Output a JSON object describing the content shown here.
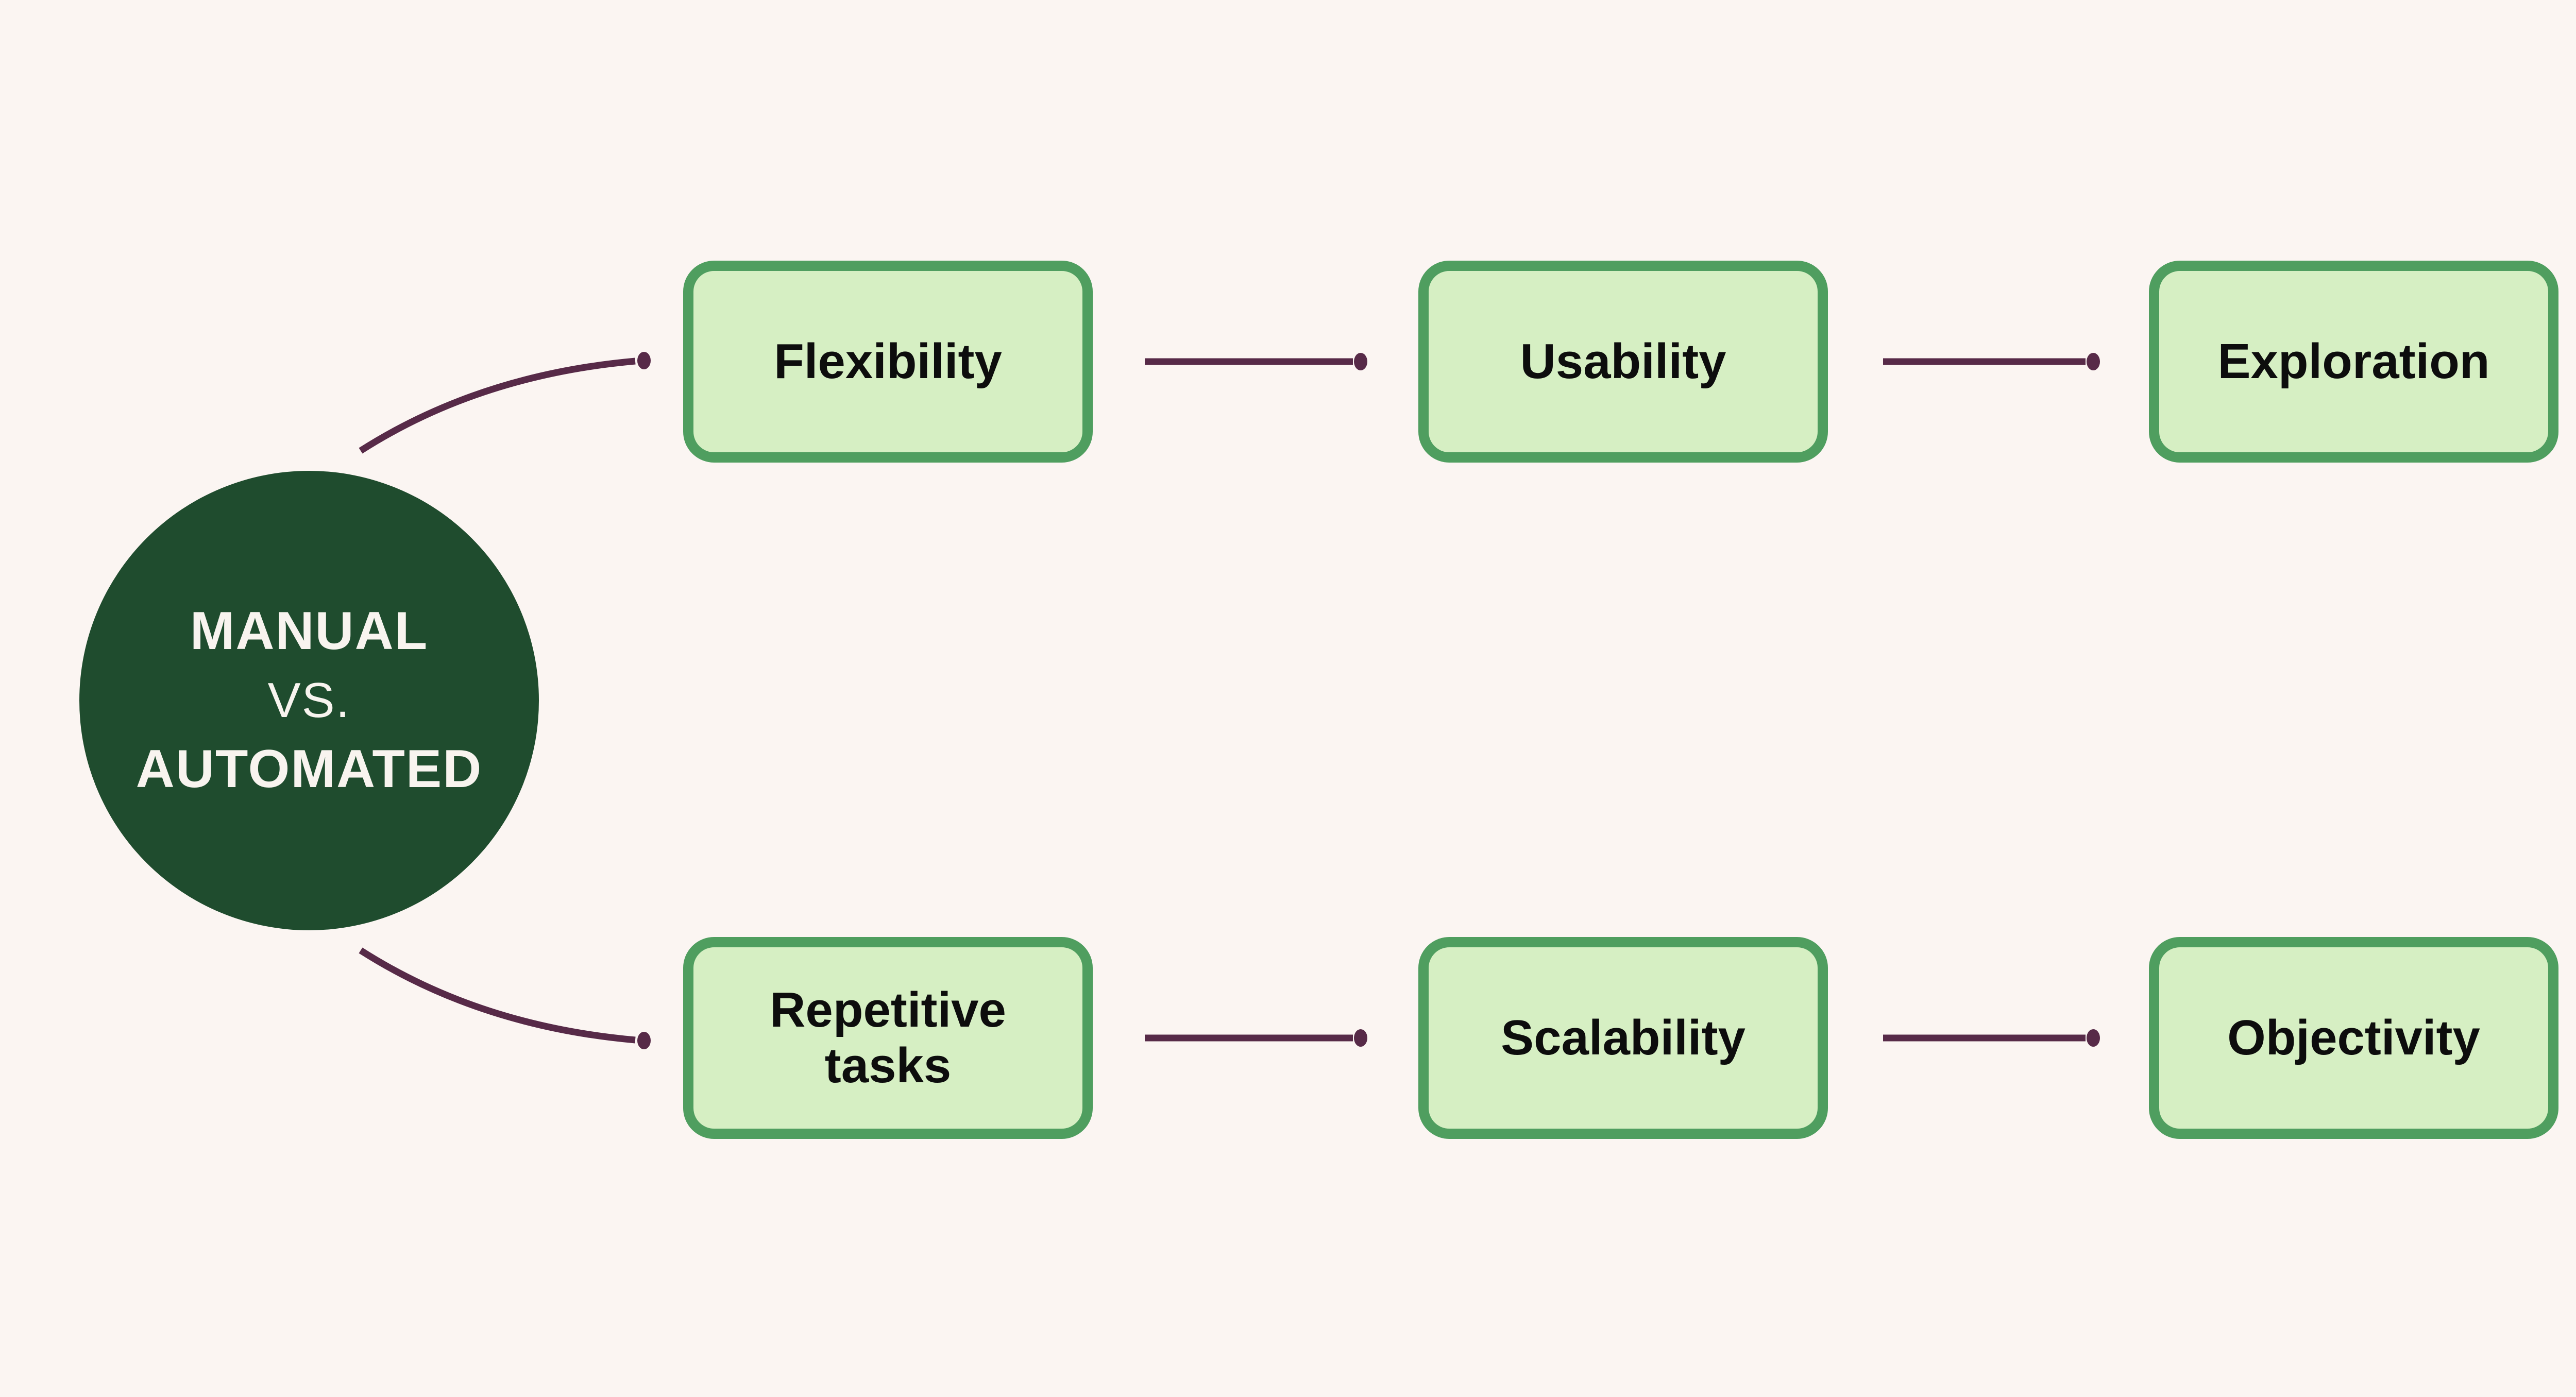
{
  "title": "Manual vs. Automated comparison diagram",
  "colors": {
    "background": "#fbf5f2",
    "circle_fill": "#1f4c2e",
    "circle_text": "#f8f4ef",
    "node_fill": "#d6efc3",
    "node_border": "#4f9e5f",
    "node_text": "#0d0d0d",
    "connector": "#572a48"
  },
  "center_node": {
    "lines": [
      "MANUAL",
      "VS.",
      "AUTOMATED"
    ]
  },
  "rows": [
    {
      "name": "top-branch",
      "items": [
        {
          "label": "Flexibility"
        },
        {
          "label": "Usability"
        },
        {
          "label": "Exploration"
        }
      ]
    },
    {
      "name": "bottom-branch",
      "items": [
        {
          "label": "Repetitive tasks"
        },
        {
          "label": "Scalability"
        },
        {
          "label": "Objectivity"
        }
      ]
    }
  ]
}
